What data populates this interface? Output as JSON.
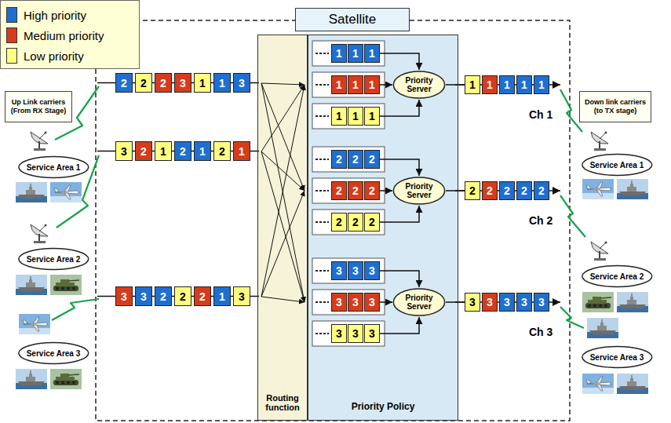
{
  "diagram": {
    "nodes": [
      {
        "text": [
          "Satellite"
        ]
      },
      {
        "text": [
          "Up Link carriers (From RX Stage)"
        ]
      },
      {
        "text": [
          "Service Area 1"
        ]
      },
      {
        "text": [
          "Service Area 2"
        ]
      },
      {
        "text": [
          "Service Area 3"
        ]
      },
      {
        "text": [
          "Down link carriers (to TX stage)"
        ]
      },
      {
        "text": [
          "Service Area 1"
        ]
      },
      {
        "text": [
          "Service Area 2"
        ]
      },
      {
        "text": [
          "Service Area 3"
        ]
      },
      {
        "text": [
          "Routing function"
        ]
      },
      {
        "text": [
          "Priority Policy"
        ]
      },
      {
        "text": [
          "2"
        ]
      },
      {
        "text": [
          "2"
        ]
      },
      {
        "text": [
          "2"
        ]
      },
      {
        "text": [
          "3"
        ]
      },
      {
        "text": [
          "1"
        ]
      },
      {
        "text": [
          "1"
        ]
      },
      {
        "text": [
          "3"
        ]
      },
      {
        "text": [
          "3"
        ]
      },
      {
        "text": [
          "2"
        ]
      },
      {
        "text": [
          "1"
        ]
      },
      {
        "text": [
          "2"
        ]
      },
      {
        "text": [
          "1"
        ]
      },
      {
        "text": [
          "2"
        ]
      },
      {
        "text": [
          "1"
        ]
      },
      {
        "text": [
          "3"
        ]
      },
      {
        "text": [
          "3"
        ]
      },
      {
        "text": [
          "2"
        ]
      },
      {
        "text": [
          "2"
        ]
      },
      {
        "text": [
          "2"
        ]
      },
      {
        "text": [
          "1"
        ]
      },
      {
        "text": [
          "3"
        ]
      },
      {
        "text": [
          "1"
        ],
        "in": 10
      },
      {
        "text": [
          "1"
        ],
        "in": 10
      },
      {
        "text": [
          "1"
        ],
        "in": 10
      },
      {
        "text": [
          "1"
        ],
        "in": 10
      },
      {
        "text": [
          "1"
        ],
        "in": 10
      },
      {
        "text": [
          "1"
        ],
        "in": 10
      },
      {
        "text": [
          "1"
        ],
        "in": 10
      },
      {
        "text": [
          "1"
        ],
        "in": 10
      },
      {
        "text": [
          "1"
        ],
        "in": 10
      },
      {
        "text": [
          "Priority Server"
        ],
        "in": 10
      },
      {
        "text": [
          "2"
        ],
        "in": 10
      },
      {
        "text": [
          "2"
        ],
        "in": 10
      },
      {
        "text": [
          "2"
        ],
        "in": 10
      },
      {
        "text": [
          "2"
        ],
        "in": 10
      },
      {
        "text": [
          "2"
        ],
        "in": 10
      },
      {
        "text": [
          "2"
        ],
        "in": 10
      },
      {
        "text": [
          "2"
        ],
        "in": 10
      },
      {
        "text": [
          "2"
        ],
        "in": 10
      },
      {
        "text": [
          "2"
        ],
        "in": 10
      },
      {
        "text": [
          "Priority Server"
        ],
        "in": 10
      },
      {
        "text": [
          "3"
        ],
        "in": 10
      },
      {
        "text": [
          "3"
        ],
        "in": 10
      },
      {
        "text": [
          "3"
        ],
        "in": 10
      },
      {
        "text": [
          "3"
        ],
        "in": 10
      },
      {
        "text": [
          "3"
        ],
        "in": 10
      },
      {
        "text": [
          "3"
        ],
        "in": 10
      },
      {
        "text": [
          "3"
        ],
        "in": 10
      },
      {
        "text": [
          "3"
        ],
        "in": 10
      },
      {
        "text": [
          "3"
        ],
        "in": 10
      },
      {
        "text": [
          "Priority Server"
        ],
        "in": 10
      },
      {
        "text": [
          "1"
        ]
      },
      {
        "text": [
          "1"
        ]
      },
      {
        "text": [
          "1"
        ]
      },
      {
        "text": [
          "1"
        ]
      },
      {
        "text": [
          "1"
        ]
      },
      {
        "text": [
          "2"
        ]
      },
      {
        "text": [
          "2"
        ]
      },
      {
        "text": [
          "2"
        ]
      },
      {
        "text": [
          "2"
        ]
      },
      {
        "text": [
          "2"
        ]
      },
      {
        "text": [
          "3"
        ]
      },
      {
        "text": [
          "3"
        ]
      },
      {
        "text": [
          "3"
        ]
      },
      {
        "text": [
          "3"
        ]
      },
      {
        "text": [
          "3"
        ]
      }
    ],
    "edges": [
      {
        "from": 34,
        "to": 41,
        "arrow": "to"
      },
      {
        "from": 37,
        "to": 41,
        "arrow": "to"
      },
      {
        "from": 40,
        "to": 41,
        "arrow": "to"
      },
      {
        "from": 41,
        "to": 62,
        "arrow": "none"
      },
      {
        "from": 44,
        "to": 51,
        "arrow": "to"
      },
      {
        "from": 47,
        "to": 51,
        "arrow": "to"
      },
      {
        "from": 50,
        "to": 51,
        "arrow": "to"
      },
      {
        "from": 51,
        "to": 67,
        "arrow": "none"
      },
      {
        "from": 54,
        "to": 61,
        "arrow": "to"
      },
      {
        "from": 57,
        "to": 61,
        "arrow": "to"
      },
      {
        "from": 60,
        "to": 61,
        "arrow": "to"
      },
      {
        "from": 61,
        "to": 72,
        "arrow": "none"
      }
    ],
    "labels": [
      "Ch 1",
      "Ch 2",
      "Ch 3"
    ],
    "legend": [
      {
        "text": "High priority",
        "color": "#1f6fd1"
      },
      {
        "text": "Medium priority",
        "color": "#d63c1c"
      },
      {
        "text": "Low priority",
        "color": "#ffff80"
      }
    ]
  }
}
